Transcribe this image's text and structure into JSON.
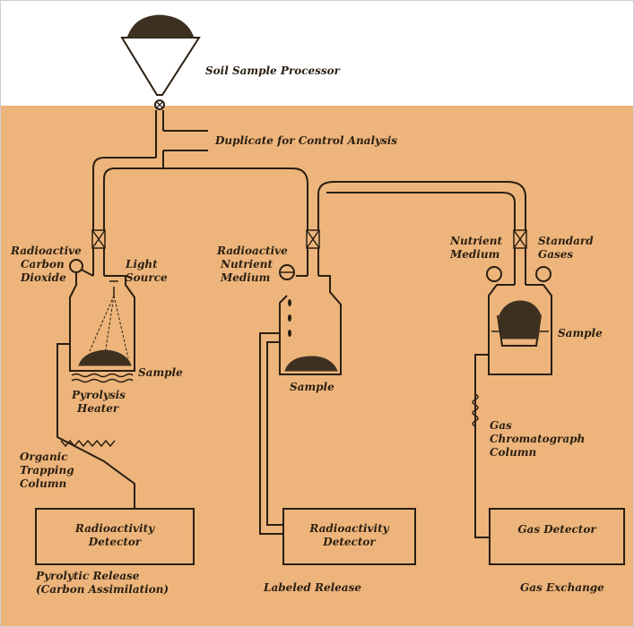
{
  "colors": {
    "background": "#edb57b",
    "top_band": "#ffffff",
    "ink": "#2a1e12",
    "soil": "#3d3020",
    "box_fill": "#f0bd86"
  },
  "hopper": {
    "label": "Soil Sample Processor"
  },
  "control": {
    "label": "Duplicate for Control Analysis"
  },
  "pyrolytic": {
    "gas_label_1": "Radioactive",
    "gas_label_2": "Carbon",
    "gas_label_3": "Dioxide",
    "light_label_1": "Light",
    "light_label_2": "Source",
    "sample_label": "Sample",
    "heater_label_1": "Pyrolysis",
    "heater_label_2": "Heater",
    "column_label_1": "Organic",
    "column_label_2": "Trapping",
    "column_label_3": "Column",
    "detector_label_1": "Radioactivity",
    "detector_label_2": "Detector",
    "caption_1": "Pyrolytic Release",
    "caption_2": "(Carbon Assimilation)"
  },
  "labeled": {
    "nutrient_label_1": "Radioactive",
    "nutrient_label_2": "Nutrient",
    "nutrient_label_3": "Medium",
    "sample_label": "Sample",
    "detector_label_1": "Radioactivity",
    "detector_label_2": "Detector",
    "caption": "Labeled Release"
  },
  "gas_exchange": {
    "nutrient_label_1": "Nutrient",
    "nutrient_label_2": "Medium",
    "standard_label_1": "Standard",
    "standard_label_2": "Gases",
    "sample_label": "Sample",
    "column_label_1": "Gas",
    "column_label_2": "Chromatograph",
    "column_label_3": "Column",
    "detector_label": "Gas Detector",
    "caption": "Gas Exchange"
  }
}
